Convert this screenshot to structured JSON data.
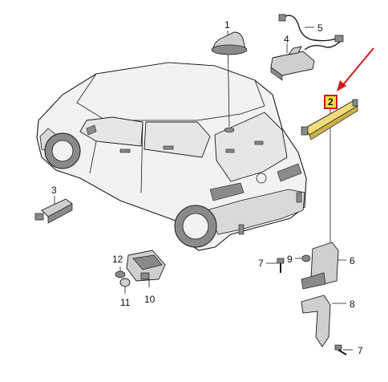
{
  "colors": {
    "line": "#1a1a1a",
    "body": "#f2f2f2",
    "body_shade": "#d9d9d9",
    "glass": "#e6e6e6",
    "part": "#cfcfcf",
    "part_dark": "#8a8a8a",
    "highlight_part": "#f0dd7a",
    "highlight_box": "#f3e13a",
    "arrow": "#d11a1a"
  },
  "callouts": {
    "c1": "1",
    "c2": "2",
    "c3": "3",
    "c4": "4",
    "c5": "5",
    "c6": "6",
    "c7a": "7",
    "c7b": "7",
    "c8": "8",
    "c9": "9",
    "c10": "10",
    "c11": "11",
    "c12": "12"
  }
}
